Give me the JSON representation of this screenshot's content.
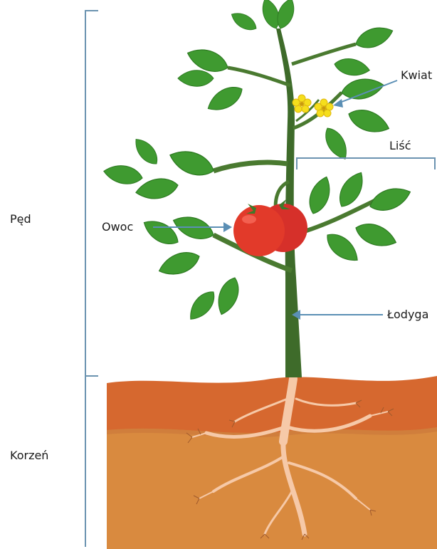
{
  "labels": {
    "shoot": "Pęd",
    "root": "Korzeń",
    "flower": "Kwiat",
    "leaf": "Liść",
    "fruit": "Owoc",
    "stem": "Łodyga"
  },
  "colors": {
    "bracket": "#6b93b0",
    "arrow": "#5b8fb5",
    "stem": "#3e6b2a",
    "leaf": "#3f9a30",
    "leaf_light": "#6cc24a",
    "fruit": "#e23a2a",
    "flower": "#f5de1c",
    "soil_top": "#d6682f",
    "soil": "#d98a3f",
    "root": "#f6c9a8"
  }
}
